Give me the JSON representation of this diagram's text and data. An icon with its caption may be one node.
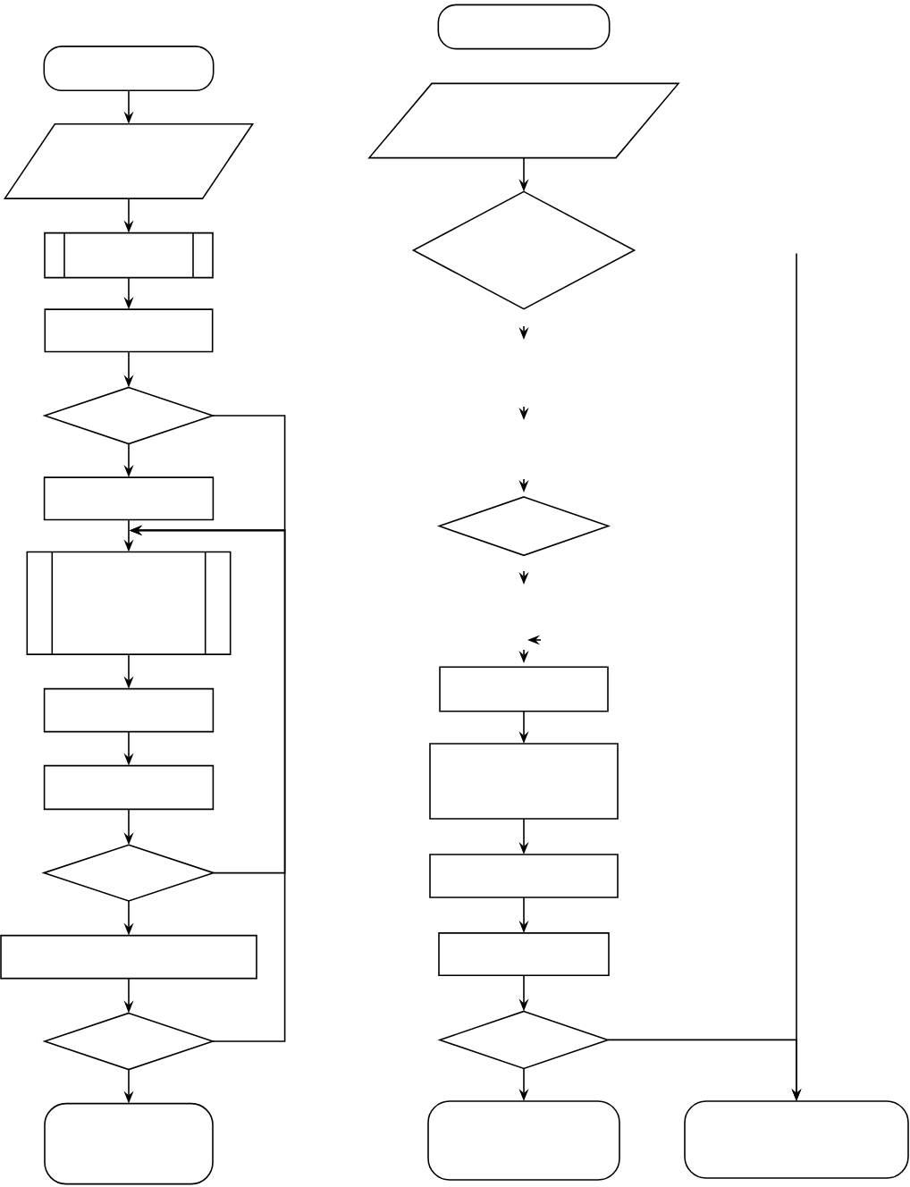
{
  "diagram": {
    "nodes": [
      {
        "text": [],
        "shape": "pill"
      },
      {
        "text": [],
        "shape": "parallelogram"
      },
      {
        "text": [],
        "shape": "subroutine"
      },
      {
        "text": [],
        "shape": "box"
      },
      {
        "text": [],
        "shape": "diamond"
      },
      {
        "text": [],
        "shape": "box"
      },
      {
        "text": [],
        "shape": "subroutine"
      },
      {
        "text": [],
        "shape": "box"
      },
      {
        "text": [],
        "shape": "box"
      },
      {
        "text": [],
        "shape": "diamond"
      },
      {
        "text": [],
        "shape": "box"
      },
      {
        "text": [],
        "shape": "diamond"
      },
      {
        "text": [],
        "shape": "pill"
      },
      {
        "text": [],
        "shape": "pill"
      },
      {
        "text": [],
        "shape": "parallelogram"
      },
      {
        "text": [],
        "shape": "diamond"
      },
      {
        "text": [],
        "shape": "diamond"
      },
      {
        "text": [],
        "shape": "box"
      },
      {
        "text": [],
        "shape": "box"
      },
      {
        "text": [],
        "shape": "box"
      },
      {
        "text": [],
        "shape": "box"
      },
      {
        "text": [],
        "shape": "diamond"
      },
      {
        "text": [],
        "shape": "pill"
      },
      {
        "text": [],
        "shape": "pill"
      }
    ],
    "edges": [
      {
        "from": 0,
        "to": 1,
        "arrow": "to"
      },
      {
        "from": 1,
        "to": 2,
        "arrow": "to"
      },
      {
        "from": 2,
        "to": 3,
        "arrow": "to"
      },
      {
        "from": 3,
        "to": 4,
        "arrow": "to"
      },
      {
        "from": 4,
        "to": 5,
        "arrow": "to"
      },
      {
        "from": 5,
        "to": 6,
        "arrow": "to"
      },
      {
        "from": 6,
        "to": 7,
        "arrow": "to"
      },
      {
        "from": 7,
        "to": 8,
        "arrow": "to"
      },
      {
        "from": 8,
        "to": 9,
        "arrow": "to"
      },
      {
        "from": 9,
        "to": 10,
        "arrow": "to"
      },
      {
        "from": 10,
        "to": 11,
        "arrow": "to"
      },
      {
        "from": 11,
        "to": 12,
        "arrow": "to"
      },
      {
        "from": 4,
        "to": 6,
        "arrow": "to"
      },
      {
        "from": 9,
        "to": 6,
        "arrow": "to"
      },
      {
        "from": 11,
        "to": 6,
        "arrow": "to"
      },
      {
        "from": 14,
        "to": 15,
        "arrow": "to"
      },
      {
        "from": 17,
        "to": 18,
        "arrow": "to"
      },
      {
        "from": 18,
        "to": 19,
        "arrow": "to"
      },
      {
        "from": 19,
        "to": 20,
        "arrow": "to"
      },
      {
        "from": 20,
        "to": 21,
        "arrow": "to"
      },
      {
        "from": 21,
        "to": 22,
        "arrow": "to"
      },
      {
        "from": 21,
        "to": 23,
        "arrow": "to"
      },
      {
        "from": null,
        "to": 23,
        "arrow": "to"
      }
    ]
  }
}
